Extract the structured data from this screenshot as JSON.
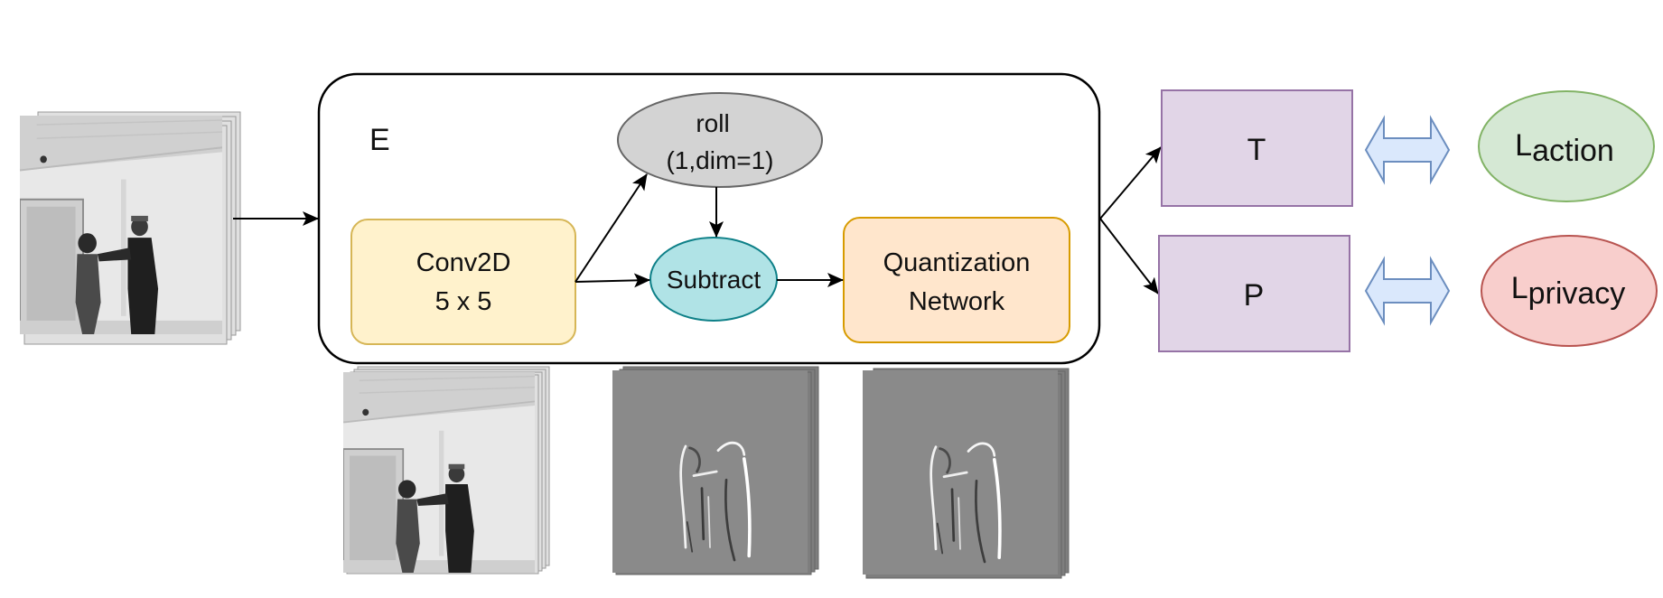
{
  "encoder": {
    "label": "E"
  },
  "nodes": {
    "conv": {
      "line1": "Conv2D",
      "line2": "5 x 5",
      "fill": "#fff2cc",
      "stroke": "#d6b656"
    },
    "roll": {
      "line1": "roll",
      "line2": "(1,dim=1)",
      "fill": "#d3d3d3",
      "stroke": "#666666"
    },
    "subtract": {
      "label": "Subtract",
      "fill": "#b0e3e6",
      "stroke": "#0e8088"
    },
    "quant": {
      "line1": "Quantization",
      "line2": "Network",
      "fill": "#ffe6cc",
      "stroke": "#d79b00"
    },
    "t": {
      "label": "T",
      "fill": "#e1d5e7",
      "stroke": "#9673a6"
    },
    "p": {
      "label": "P",
      "fill": "#e1d5e7",
      "stroke": "#9673a6"
    },
    "laction": {
      "main": "L",
      "sub": "action",
      "fill": "#d5e8d4",
      "stroke": "#82b366"
    },
    "lprivacy": {
      "main": "L",
      "sub": "privacy",
      "fill": "#f8cecc",
      "stroke": "#b85450"
    }
  },
  "colors": {
    "double_arrow_fill": "#dae8fc",
    "double_arrow_stroke": "#6c8ebf"
  },
  "images": [
    {
      "name": "input-video-frames",
      "depicts": "grayscale video frames of two people in a hallway"
    },
    {
      "name": "conv-output-frames",
      "depicts": "grayscale frames after Conv2D"
    },
    {
      "name": "subtract-output-frames",
      "depicts": "difference frames (motion edges)"
    },
    {
      "name": "quantized-output-frames",
      "depicts": "quantized difference frames"
    }
  ]
}
